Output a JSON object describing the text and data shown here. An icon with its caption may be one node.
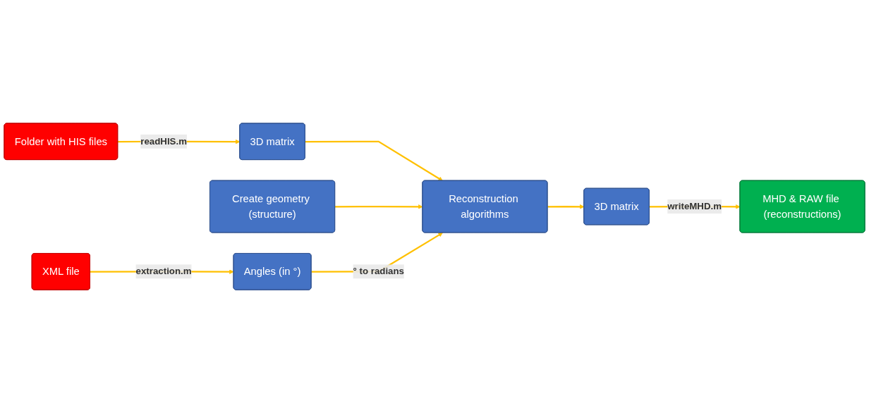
{
  "diagram": {
    "nodes": [
      {
        "text": [
          "Folder with HIS files"
        ]
      },
      {
        "text": [
          "3D matrix"
        ]
      },
      {
        "text": [
          "Create geometry (structure)"
        ]
      },
      {
        "text": [
          "Reconstruction algorithms"
        ]
      },
      {
        "text": [
          "XML file"
        ]
      },
      {
        "text": [
          "Angles (in °)"
        ]
      },
      {
        "text": [
          "MHD & RAW file (reconstructions)"
        ]
      },
      {
        "text": [
          "3D matrix"
        ]
      }
    ],
    "edges": [
      {
        "from": 0,
        "to": 1,
        "arrow": "to",
        "label": "readHIS.m"
      },
      {
        "from": 1,
        "to": 3,
        "arrow": "to"
      },
      {
        "from": 2,
        "to": 3,
        "arrow": "to"
      },
      {
        "from": 5,
        "to": 3,
        "arrow": "to",
        "label": "° to radians"
      },
      {
        "from": 4,
        "to": 5,
        "arrow": "to",
        "label": "extraction.m"
      },
      {
        "from": 3,
        "to": 7,
        "arrow": "to"
      },
      {
        "from": 7,
        "to": 6,
        "arrow": "to",
        "label": "writeMHD.m"
      }
    ]
  }
}
